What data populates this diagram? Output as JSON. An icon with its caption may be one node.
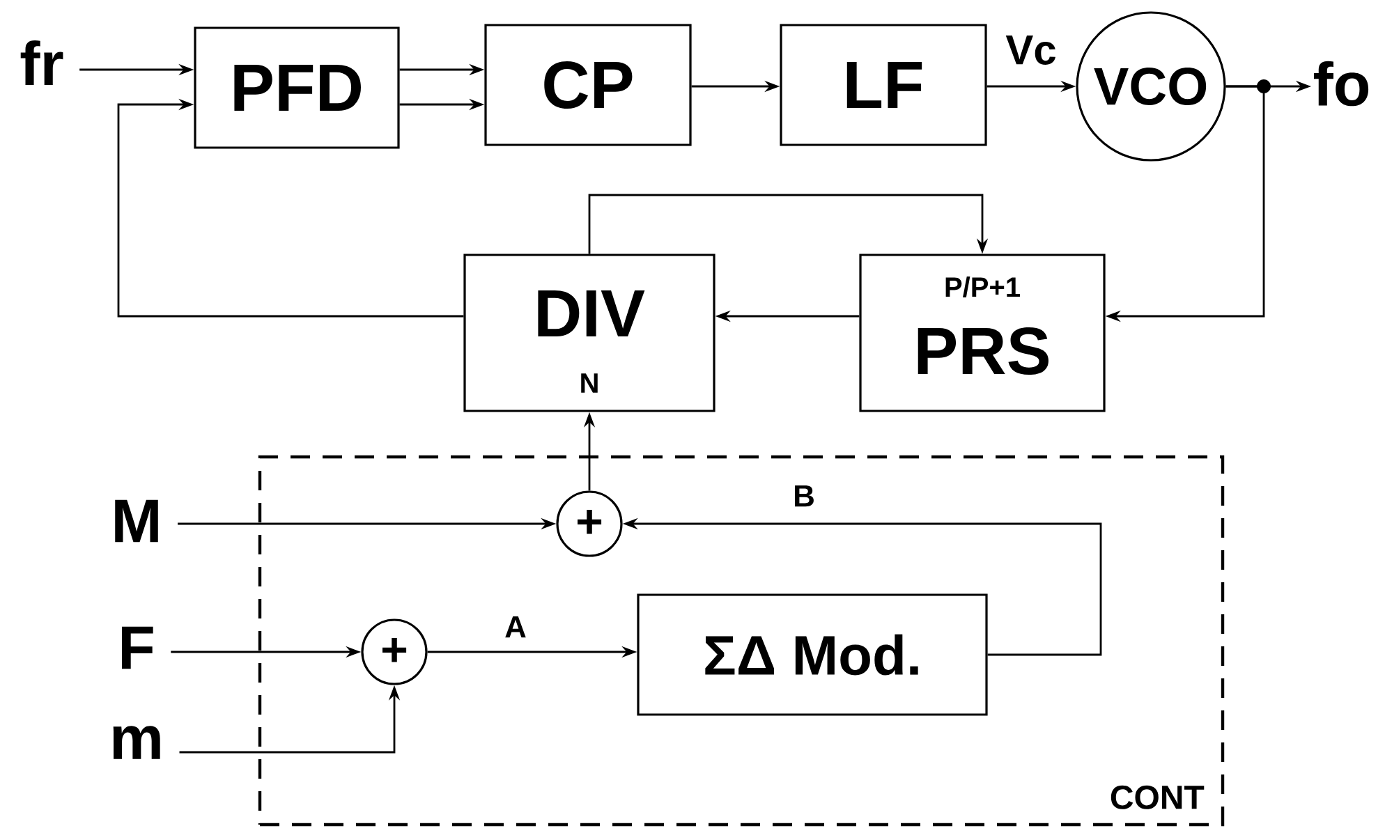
{
  "diagram": {
    "nodes": [
      {
        "text": [
          "fr"
        ]
      },
      {
        "text": [
          "PFD"
        ]
      },
      {
        "text": [
          "CP"
        ]
      },
      {
        "text": [
          "LF"
        ]
      },
      {
        "text": [
          "VCO"
        ]
      },
      {
        "text": [
          "fo"
        ]
      },
      {
        "text": [
          "DIV",
          "N"
        ]
      },
      {
        "text": [
          "P/P+1",
          "PRS"
        ]
      },
      {
        "text": [
          "CONT"
        ]
      },
      {
        "text": [
          "M"
        ]
      },
      {
        "text": [
          "F"
        ]
      },
      {
        "text": [
          "m"
        ]
      },
      {
        "text": [
          "+"
        ],
        "in": 8
      },
      {
        "text": [
          "+"
        ],
        "in": 8
      },
      {
        "text": [
          "ΣΔ Mod."
        ],
        "in": 8
      }
    ],
    "edges": [
      {
        "from": 0,
        "to": 1,
        "arrow": "to"
      },
      {
        "from": 1,
        "to": 2,
        "arrow": "to"
      },
      {
        "from": 1,
        "to": 2,
        "arrow": "to"
      },
      {
        "from": 2,
        "to": 3,
        "arrow": "to"
      },
      {
        "from": 3,
        "to": 4,
        "arrow": "to",
        "label": "Vc"
      },
      {
        "from": 4,
        "to": 5,
        "arrow": "to"
      },
      {
        "from": 4,
        "to": 7,
        "arrow": "to"
      },
      {
        "from": 7,
        "to": 6,
        "arrow": "to"
      },
      {
        "from": 6,
        "to": 1,
        "arrow": "to"
      },
      {
        "from": 6,
        "to": 7,
        "arrow": "to"
      },
      {
        "from": 12,
        "to": 6,
        "arrow": "to"
      },
      {
        "from": 9,
        "to": 12,
        "arrow": "to"
      },
      {
        "from": 14,
        "to": 12,
        "arrow": "to",
        "label": "B"
      },
      {
        "from": 10,
        "to": 13,
        "arrow": "to"
      },
      {
        "from": 11,
        "to": 13,
        "arrow": "to"
      },
      {
        "from": 13,
        "to": 14,
        "arrow": "to",
        "label": "A"
      }
    ]
  }
}
